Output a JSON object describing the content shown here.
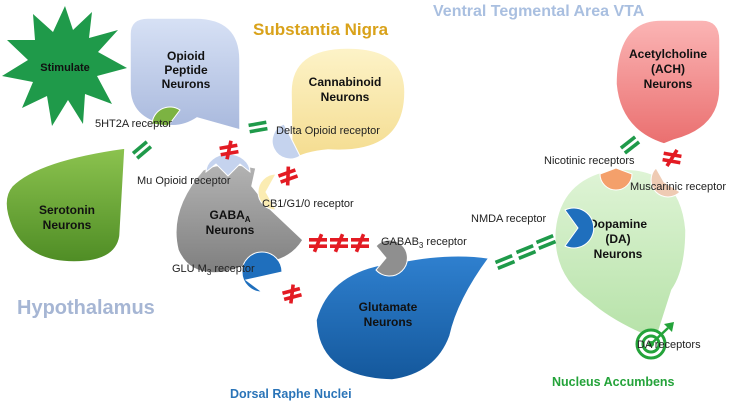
{
  "regions": {
    "substantia_nigra": "Substantia Nigra",
    "vta": "Ventral Tegmental Area VTA",
    "hypothalamus": "Hypothalamus",
    "dorsal_raphe": "Dorsal Raphe Nuclei",
    "nucleus_accumbens": "Nucleus Accumbens"
  },
  "neurons": {
    "stimulate": "Stimulate",
    "opioid": [
      "Opioid",
      "Peptide",
      "Neurons"
    ],
    "cannabinoid": [
      "Cannabinoid",
      "Neurons"
    ],
    "serotonin": [
      "Serotonin",
      "Neurons"
    ],
    "gaba": [
      "GABA",
      "A",
      "Neurons"
    ],
    "glutamate": [
      "Glutamate",
      "Neurons"
    ],
    "acetylcholine": [
      "Acetylcholine",
      "(ACH)",
      "Neurons"
    ],
    "dopamine": [
      "Dopamine",
      "(DA)",
      "Neurons"
    ]
  },
  "receptors": {
    "5ht2a": "5HT2A  receptor",
    "delta_opioid": "Delta Opioid receptor",
    "mu_opioid": "Mu Opioid receptor",
    "cb1": "CB1/G1/0 receptor",
    "gabab3": [
      "GABAB",
      "3",
      " receptor"
    ],
    "glu_m3": [
      "GLU M",
      "3",
      " receptor"
    ],
    "nmda": "NMDA receptor",
    "nicotinic": "Nicotinic receptors",
    "muscarinic": "Muscarinic receptor",
    "da": "DA receptors"
  },
  "colors": {
    "stimulate": "#1f9a4a",
    "opioid": "#c5d3ee",
    "cannabinoid": "#fbecb2",
    "serotonin": "#6aa536",
    "gaba": "#9c9c9c",
    "glutamate": "#1f6fbd",
    "acetylcholine": "#f28e8e",
    "dopamine": "#c9ebc0",
    "excite": "#1f9a4a",
    "inhibit": "#e31b23",
    "substantia_nigra": "#d9a21a",
    "vta": "#a9bfe0",
    "hypothalamus": "#a6b6d4",
    "dorsal_raphe": "#2a74b8",
    "nucleus_accumbens": "#24a33a"
  },
  "icons": {
    "excite": "double-dash-icon",
    "inhibit": "crossed-double-dash-icon",
    "target": "target-arrow-icon"
  }
}
